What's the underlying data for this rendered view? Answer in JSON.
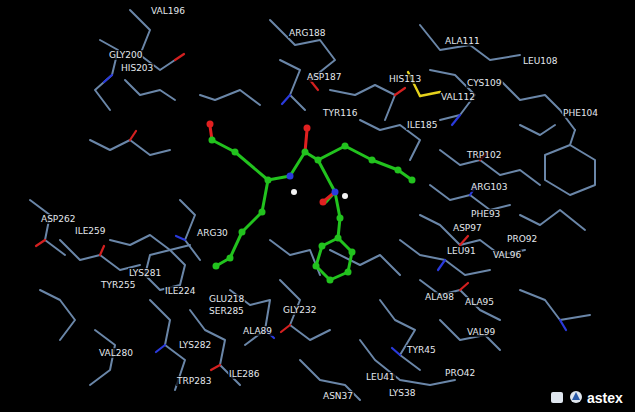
{
  "diagram": {
    "labels": [
      "VAL196",
      "ARG188",
      "ALA111",
      "LEU108",
      "GLY200",
      "HIS203",
      "ASP187",
      "HIS113",
      "CYS109",
      "VAL112",
      "TYR116",
      "ILE185",
      "PHE104",
      "TRP102",
      "ARG103",
      "PHE93",
      "ASP97",
      "LEU91",
      "PRO92",
      "VAL96",
      "ARG30",
      "ASP262",
      "ILE259",
      "LYS281",
      "TYR255",
      "ILE224",
      "VAL280",
      "GLU218",
      "SER285",
      "GLY232",
      "ALA89",
      "LYS282",
      "TRP283",
      "ILE286",
      "ALA98",
      "ALA95",
      "VAL99",
      "TYR45",
      "PRO42",
      "LEU41",
      "LYS38",
      "ASN37",
      "astex"
    ]
  }
}
